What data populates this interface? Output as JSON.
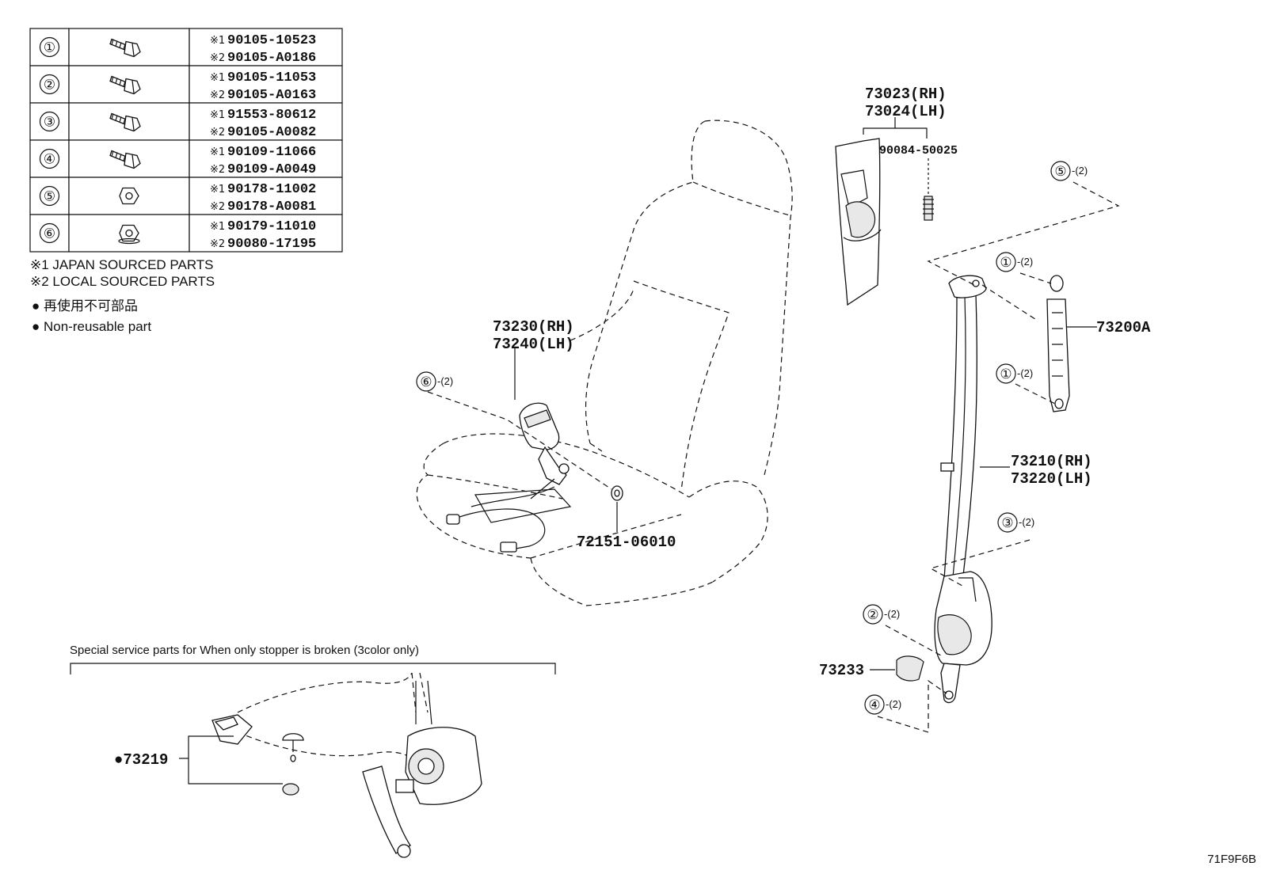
{
  "fastener_table": [
    {
      "num": "①",
      "icon": "bolt-icon",
      "jp_mark": "※1",
      "jp_part": "90105-10523",
      "local_mark": "※2",
      "local_part": "90105-A0186"
    },
    {
      "num": "②",
      "icon": "bolt-icon",
      "jp_mark": "※1",
      "jp_part": "90105-11053",
      "local_mark": "※2",
      "local_part": "90105-A0163"
    },
    {
      "num": "③",
      "icon": "bolt-icon",
      "jp_mark": "※1",
      "jp_part": "91553-80612",
      "local_mark": "※2",
      "local_part": "90105-A0082"
    },
    {
      "num": "④",
      "icon": "shoulder-bolt-icon",
      "jp_mark": "※1",
      "jp_part": "90109-11066",
      "local_mark": "※2",
      "local_part": "90109-A0049"
    },
    {
      "num": "⑤",
      "icon": "nut-icon",
      "jp_mark": "※1",
      "jp_part": "90178-11002",
      "local_mark": "※2",
      "local_part": "90178-A0081"
    },
    {
      "num": "⑥",
      "icon": "flange-nut-icon",
      "jp_mark": "※1",
      "jp_part": "90179-11010",
      "local_mark": "※2",
      "local_part": "90080-17195"
    }
  ],
  "legend": {
    "note1": "※1 JAPAN SOURCED PARTS",
    "note2": "※2 LOCAL SOURCED PARTS",
    "nonreusable_jp": "● 再使用不可部品",
    "nonreusable_en": "● Non-reusable part"
  },
  "labels": {
    "pillar_rh": "73023(RH)",
    "pillar_lh": "73024(LH)",
    "clip": "90084-50025",
    "adjuster": "73200A",
    "belt_rh": "73210(RH)",
    "belt_lh": "73220(LH)",
    "buckle_rh": "73230(RH)",
    "buckle_lh": "73240(LH)",
    "washer": "72151-06010",
    "cover": "73233",
    "stopper": "●73219",
    "special_service": "Special service parts for When only stopper is broken (3color only)",
    "figure_id": "71F9F6B"
  },
  "callouts": {
    "c5": {
      "num": "⑤",
      "qty": "-(2)"
    },
    "c1a": {
      "num": "①",
      "qty": "-(2)"
    },
    "c1b": {
      "num": "①",
      "qty": "-(2)"
    },
    "c3": {
      "num": "③",
      "qty": "-(2)"
    },
    "c2": {
      "num": "②",
      "qty": "-(2)"
    },
    "c4": {
      "num": "④",
      "qty": "-(2)"
    },
    "c6": {
      "num": "⑥",
      "qty": "-(2)"
    }
  }
}
